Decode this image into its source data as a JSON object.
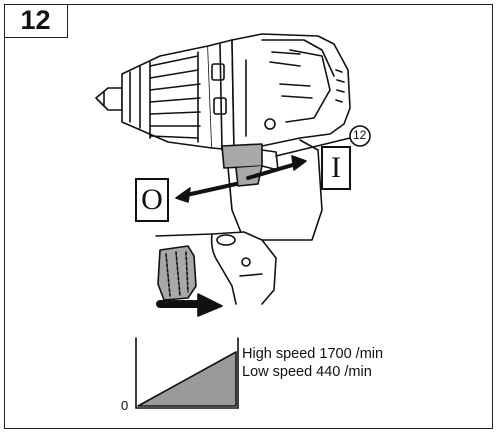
{
  "figure_number": "12",
  "callout_number": "12",
  "labels": {
    "off_position": "O",
    "on_position": "I"
  },
  "speed_graph": {
    "high_label": "High speed 1700 /min",
    "low_label": "Low speed  440 /min",
    "origin_label": "0"
  },
  "colors": {
    "line": "#111111",
    "ramp_fill": "#9a9a9a",
    "trigger_fill": "#a8a8a8"
  }
}
